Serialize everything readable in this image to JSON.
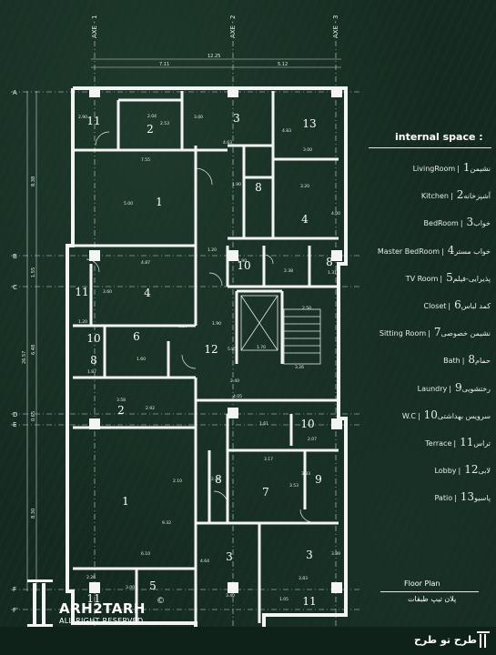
{
  "axes": [
    "AXE - 1",
    "AXE - 2",
    "AXE - 3"
  ],
  "row_labels": [
    "A",
    "B",
    "C",
    "D",
    "E",
    "F",
    "F'"
  ],
  "top_dims": {
    "total": "12.25",
    "left": "7.11",
    "right": "5.12"
  },
  "side_dims": [
    "26.57",
    "8.38",
    "1.55",
    "6.48",
    "0.65",
    "8.30",
    "0.90"
  ],
  "room_numbers": [
    "11",
    "2",
    "3",
    "13",
    "1",
    "8",
    "4",
    "10",
    "8",
    "11",
    "4",
    "10",
    "6",
    "8",
    "12",
    "2",
    "10",
    "1",
    "7",
    "8",
    "9",
    "5",
    "3",
    "3",
    "11",
    "11"
  ],
  "dims": [
    "2.90",
    "2.04",
    "2.53",
    "3.00",
    "4.83",
    "4.63",
    "3.00",
    "7.55",
    "5.00",
    "1.90",
    "3.20",
    "4.00",
    "1.20",
    "4.87",
    "1.90",
    "2.38",
    "1.31",
    "3.60",
    "1.20",
    "1.90",
    "2.50",
    "5.85",
    "1.70",
    "1.20",
    "1.60",
    "1.87",
    "3.58",
    "2.92",
    "2.40",
    "3.26",
    "4.05",
    "2.07",
    "3.17",
    "1.61",
    "2.45",
    "3.83",
    "3.53",
    "9.32",
    "2.10",
    "6.10",
    "2.26",
    "3.00",
    "4.64",
    "3.40",
    "3.83",
    "3.39",
    "1.05"
  ],
  "legend": {
    "title": "internal space :",
    "items": [
      {
        "num": "1",
        "fa": "نشیمن",
        "en": "LivingRoom"
      },
      {
        "num": "2",
        "fa": "آشپزخانه",
        "en": "Kitchen"
      },
      {
        "num": "3",
        "fa": "خواب",
        "en": "BedRoom"
      },
      {
        "num": "4",
        "fa": "خواب مستر",
        "en": "Master BedRoom"
      },
      {
        "num": "5",
        "fa": "پذیرایی-فیلم",
        "en": "TV Room"
      },
      {
        "num": "6",
        "fa": "کمد لباس",
        "en": "Closet"
      },
      {
        "num": "7",
        "fa": "نشیمن خصوصی",
        "en": "Sitting Room"
      },
      {
        "num": "8",
        "fa": "حمام",
        "en": "Bath"
      },
      {
        "num": "9",
        "fa": "رختشویی",
        "en": "Laundry"
      },
      {
        "num": "10",
        "fa": "سرویس بهداشتی",
        "en": "W.C"
      },
      {
        "num": "11",
        "fa": "تراس",
        "en": "Terrace"
      },
      {
        "num": "12",
        "fa": "لابی",
        "en": "Lobby"
      },
      {
        "num": "13",
        "fa": "پاسیو",
        "en": "Patio"
      }
    ]
  },
  "floor_plan": {
    "title": "Floor Plan",
    "subtitle": "پلان تیپ طبقات"
  },
  "brand": {
    "name": "ARH2TARH",
    "sub": "ALL RIGHT RESERVED",
    "copyright": "©"
  },
  "footer": {
    "text": "طرح تو طرح"
  },
  "colors": {
    "background": "#142a20",
    "wall": "#f2f5f3",
    "text": "#e6ece8"
  }
}
